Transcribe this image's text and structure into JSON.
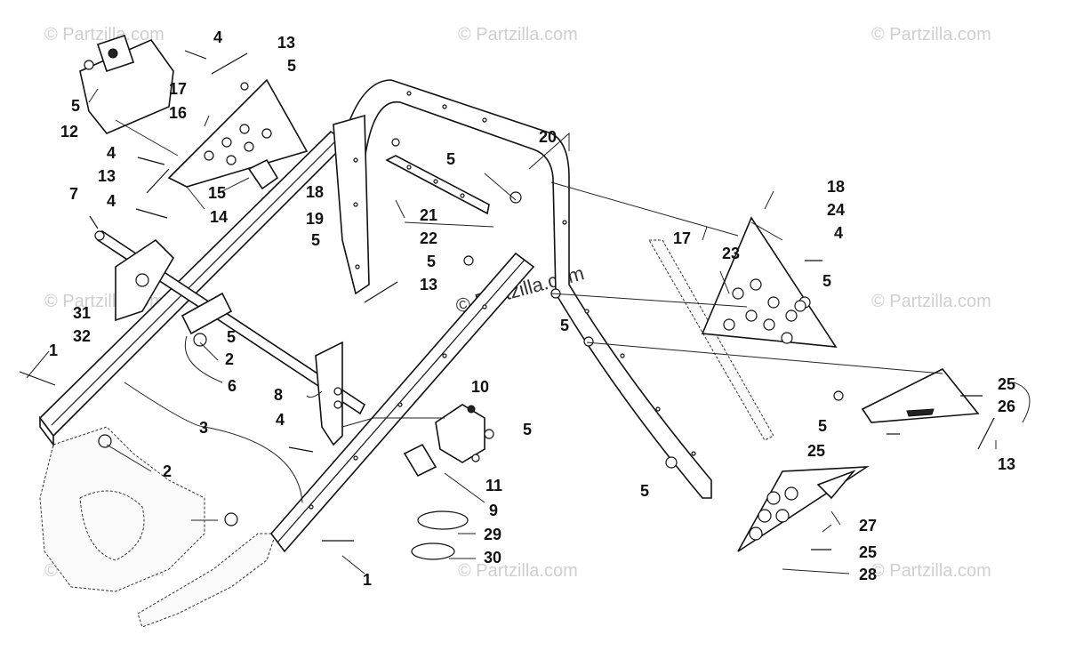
{
  "watermark": "© Partzilla.com",
  "watermark_center": "© Partzilla.com",
  "callouts": {
    "c1a": "1",
    "c1b": "1",
    "c2a": "2",
    "c2b": "2",
    "c3": "3",
    "c4a": "4",
    "c4b": "4",
    "c4c": "4",
    "c4d": "4",
    "c4e": "4",
    "c5a": "5",
    "c5b": "5",
    "c5c": "5",
    "c5d": "5",
    "c5e": "5",
    "c5f": "5",
    "c5g": "5",
    "c5h": "5",
    "c5i": "5",
    "c5j": "5",
    "c5k": "5",
    "c6": "6",
    "c7": "7",
    "c8": "8",
    "c9": "9",
    "c10": "10",
    "c11": "11",
    "c12": "12",
    "c13a": "13",
    "c13b": "13",
    "c13c": "13",
    "c13d": "13",
    "c14": "14",
    "c15": "15",
    "c16": "16",
    "c17a": "17",
    "c17b": "17",
    "c18a": "18",
    "c18b": "18",
    "c19": "19",
    "c20": "20",
    "c21": "21",
    "c22": "22",
    "c23": "23",
    "c24": "24",
    "c25a": "25",
    "c25b": "25",
    "c25c": "25",
    "c26": "26",
    "c27": "27",
    "c28": "28",
    "c29": "29",
    "c30": "30",
    "c31": "31",
    "c32": "32"
  }
}
